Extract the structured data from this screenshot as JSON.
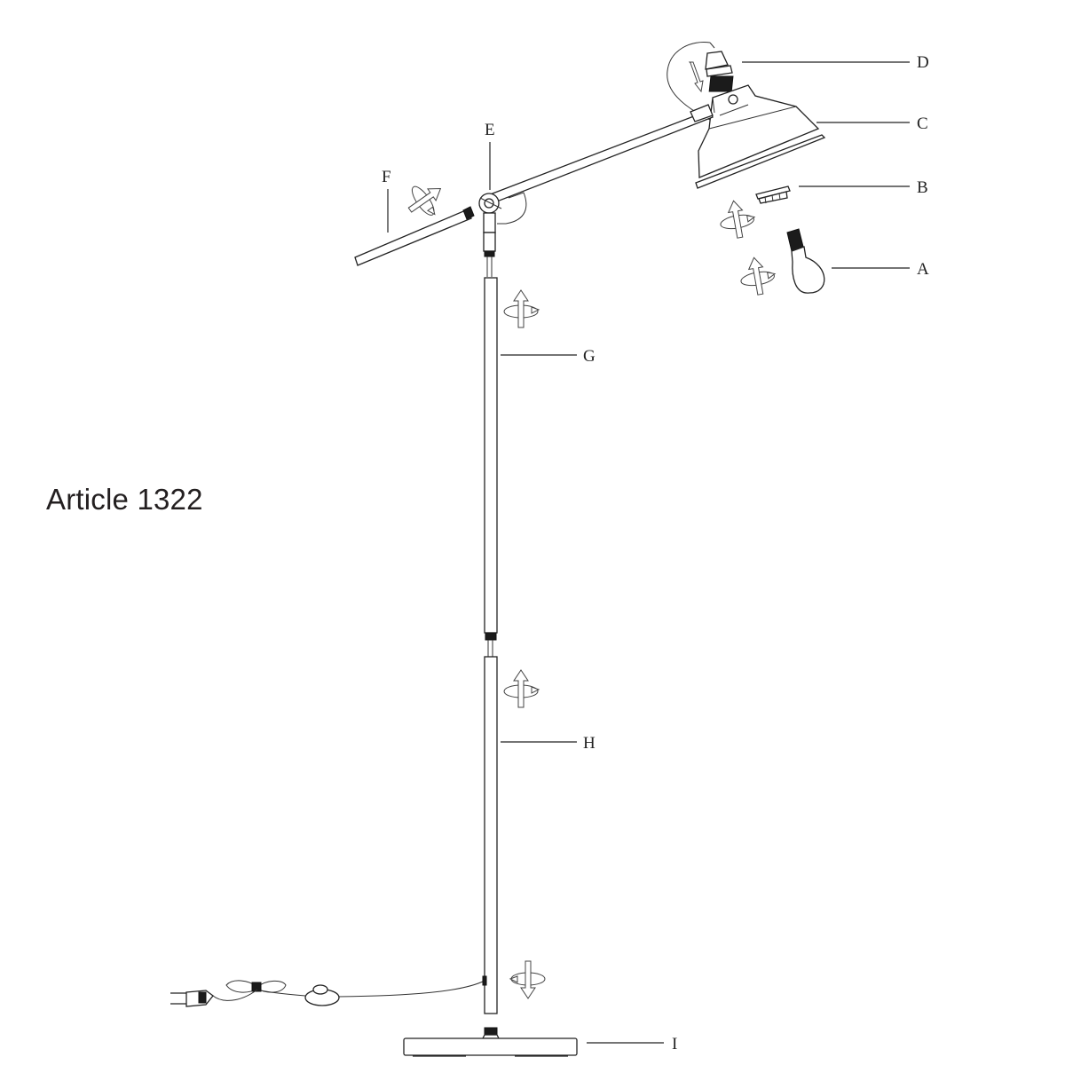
{
  "title": "Article 1322",
  "parts": [
    {
      "id": "A",
      "label": "A",
      "name": "bulb"
    },
    {
      "id": "B",
      "label": "B",
      "name": "shade ring"
    },
    {
      "id": "C",
      "label": "C",
      "name": "shade"
    },
    {
      "id": "D",
      "label": "D",
      "name": "lamp socket"
    },
    {
      "id": "E",
      "label": "E",
      "name": "pivot joint"
    },
    {
      "id": "F",
      "label": "F",
      "name": "counterweight arm"
    },
    {
      "id": "G",
      "label": "G",
      "name": "upper pole"
    },
    {
      "id": "H",
      "label": "H",
      "name": "lower pole"
    },
    {
      "id": "I",
      "label": "I",
      "name": "base"
    }
  ],
  "icons": {
    "rotation": "rotate-screw-arrow-icon",
    "insert": "insert-down-arrow-icon",
    "plug": "power-plug-icon",
    "foot_switch": "foot-switch-icon"
  },
  "colors": {
    "line": "#222222",
    "text": "#231f20",
    "background": "#ffffff"
  }
}
